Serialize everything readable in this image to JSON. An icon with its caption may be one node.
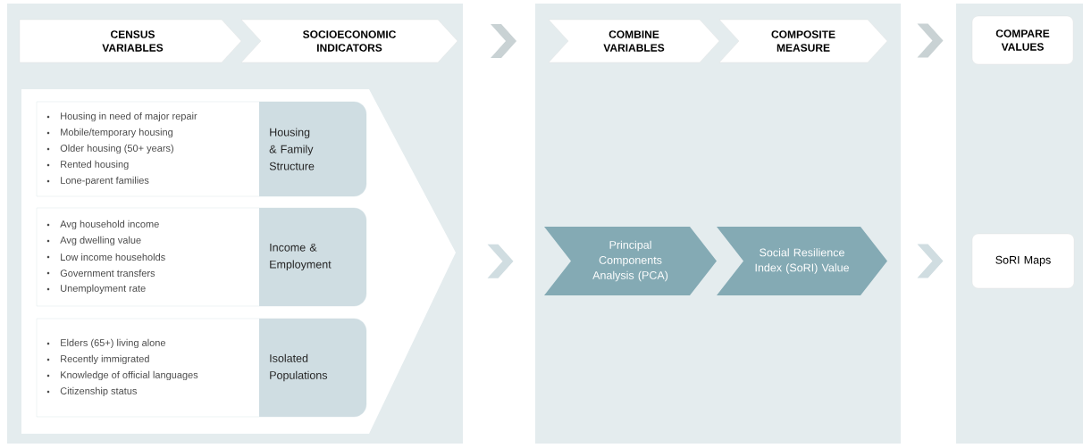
{
  "diagram": {
    "nodes": [
      {
        "text": [
          "CENSUS VARIABLES"
        ]
      },
      {
        "text": [
          "SOCIOECONOMIC INDICATORS"
        ]
      },
      {
        "text": [
          "COMBINE VARIABLES"
        ]
      },
      {
        "text": [
          "COMPOSITE MEASURE"
        ]
      },
      {
        "text": [
          "COMPARE VALUES"
        ]
      },
      {
        "text": [],
        "shape": "arrow"
      },
      {
        "text": [
          "Housing in need of major repair",
          "Mobile/temporary housing",
          "Older housing (50+ years)",
          "Rented housing",
          "Lone-parent families",
          "Housing & Family Structure"
        ],
        "in": 5
      },
      {
        "text": [
          "Avg household income",
          "Avg dwelling value",
          "Low income households",
          "Government transfers",
          "Unemployment rate",
          "Income & Employment"
        ],
        "in": 5
      },
      {
        "text": [
          "Elders (65+) living alone",
          "Recently immigrated",
          "Knowledge of official languages",
          "Citizenship status",
          "Isolated Populations"
        ],
        "in": 5
      },
      {
        "text": [
          "Principal Components Analysis (PCA)"
        ]
      },
      {
        "text": [
          "Social Resilience Index (SoRI) Value"
        ]
      },
      {
        "text": [
          "SoRI Maps"
        ]
      }
    ],
    "edges": [
      {
        "from": 1,
        "to": 2,
        "arrow": "to"
      },
      {
        "from": 3,
        "to": 4,
        "arrow": "to"
      },
      {
        "from": 5,
        "to": 9,
        "arrow": "to"
      },
      {
        "from": 10,
        "to": 11,
        "arrow": "to"
      }
    ]
  }
}
